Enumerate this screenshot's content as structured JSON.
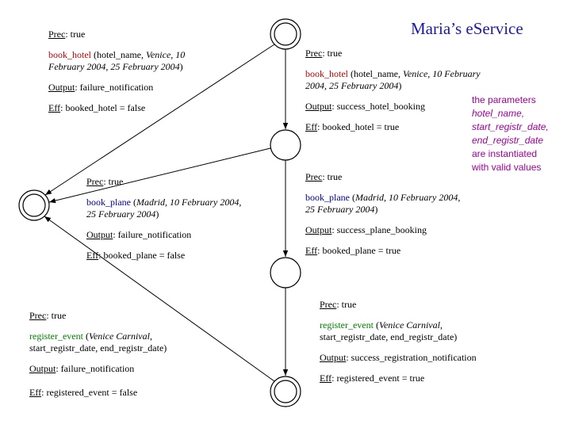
{
  "title": "Maria’s eService",
  "note": {
    "line1": "the parameters",
    "line2": "hotel_name,",
    "line3": "start_registr_date,",
    "line4": "end_registr_date",
    "line5": "are instantiated",
    "line6": "with valid values"
  },
  "failure_hotel": {
    "prec_key": "Prec",
    "prec_val": ": true",
    "action": "book_hotel",
    "args_open": " (hotel_name, ",
    "args_italic": "Venice, 10",
    "line2_italic": "February 2004, 25 February 2004",
    "line2_close": ")",
    "output_key": "Output",
    "output_val": ": failure_notification",
    "eff_key": "Eff",
    "eff_val": ": booked_hotel = false"
  },
  "success_hotel": {
    "prec_key": "Prec",
    "prec_val": ": true",
    "action": "book_hotel",
    "args_open": " (hotel_name, ",
    "args_italic": "Venice, 10 February",
    "line2_italic": "2004, 25 February 2004",
    "line2_close": ")",
    "output_key": "Output",
    "output_val": ": success_hotel_booking",
    "eff_key": "Eff",
    "eff_val": ": booked_hotel = true"
  },
  "failure_plane": {
    "prec_key": "Prec",
    "prec_val": ":  true",
    "action": "book_plane",
    "args_open": " (",
    "args_italic": "Madrid, 10 February 2004,",
    "line2_italic": "25 February 2004",
    "line2_close": ")",
    "output_key": "Output",
    "output_val": ": failure_notification",
    "eff_key": "Eff",
    "eff_val": ": booked_plane = false"
  },
  "success_plane": {
    "prec_key": "Prec",
    "prec_val": ":  true",
    "action": "book_plane",
    "args_open": " (",
    "args_italic": "Madrid, 10 February 2004,",
    "line2_italic": "25 February 2004",
    "line2_close": ")",
    "output_key": "Output",
    "output_val": ": success_plane_booking",
    "eff_key": "Eff",
    "eff_val": ": booked_plane = true"
  },
  "failure_event": {
    "prec_key": "Prec",
    "prec_val": ": true",
    "action": "register_event",
    "args_open": " (",
    "args_italic": "Venice Carnival",
    "args_close": ",",
    "line2": "start_registr_date, end_registr_date)",
    "output_key": "Output",
    "output_val": ": failure_notification",
    "eff_key": "Eff",
    "eff_val": ": registered_event = false"
  },
  "success_event": {
    "prec_key": "Prec",
    "prec_val": ": true",
    "action": "register_event",
    "args_open": " (",
    "args_italic": "Venice Carnival",
    "args_close": ",",
    "line2": "start_registr_date, end_registr_date)",
    "output_key": "Output",
    "output_val": ":  success_registration_notification",
    "eff_key": "Eff",
    "eff_val": ": registered_event = true"
  }
}
